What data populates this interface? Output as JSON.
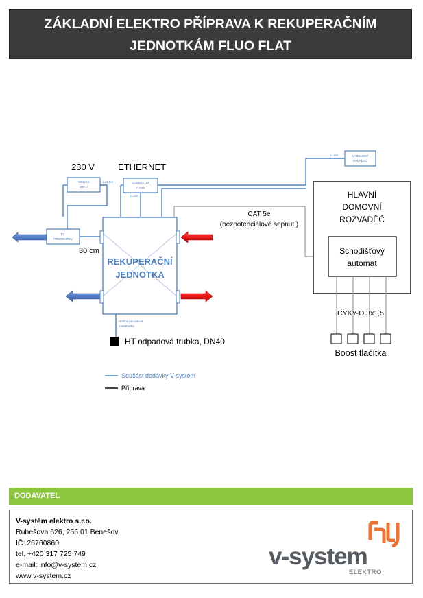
{
  "title": {
    "line1": "ZÁKLADNÍ ELEKTRO PŘÍPRAVA K REKUPERAČNÍM",
    "line2": "JEDNOTKÁM FLUO FLAT"
  },
  "diagram": {
    "label_230v": "230 V",
    "label_ethernet": "ETHERNET",
    "vidlice_line1": "VIDLICE",
    "vidlice_line2": "230 V",
    "vidlice_length": "L=1,5m",
    "konektor_line1": "KONEKTOR",
    "konektor_line2": "RJ 45",
    "konektor_length": "L=2m",
    "ovladac_length": "L=6m",
    "ovladac_line1": "KABELOVÝ",
    "ovladac_line2": "OVLADAČ",
    "predehrev_line1": "EL.",
    "predehrev_line2": "PŘEDEHŘEV",
    "distance": "30 cm",
    "unit_line1": "REKUPERAČNÍ",
    "unit_line2": "JEDNOTKA",
    "cat5_line1": "CAT 5e",
    "cat5_line2": "(bezpotenciálové sepnutí)",
    "panel_line1": "HLAVNÍ",
    "panel_line2": "DOMOVNÍ",
    "panel_line3": "ROZVADĚČ",
    "automat_line1": "Schodišťový",
    "automat_line2": "automat",
    "cable": "CYKY-O 3x1,5",
    "boost": "Boost tlačítka",
    "hadice_line1": "Hadice pro odvod",
    "hadice_line2": "kondenzátu",
    "ht_pipe": "HT odpadová trubka, DN40",
    "legend_blue": "Součást dodávky V-systém",
    "legend_black": "Příprava",
    "colors": {
      "supply_line": "#4f81bd",
      "unit_text": "#4f81bd",
      "arrow_blue": "#4472c4",
      "arrow_red": "#e00000"
    }
  },
  "supplier": {
    "header": "DODAVATEL",
    "name": "V-systém elektro s.r.o.",
    "address": "Rubešova 626, 256 01  Benešov",
    "ic": "IČ: 26760860",
    "tel": "tel. +420 317 725 749",
    "email": "e-mail: info@v-system.cz",
    "web": "www.v-system.cz",
    "logo_text": "v-system",
    "logo_sub": "ELEKTRO",
    "colors": {
      "header_bg": "#8cc63f",
      "logo_mark": "#e87436"
    }
  }
}
